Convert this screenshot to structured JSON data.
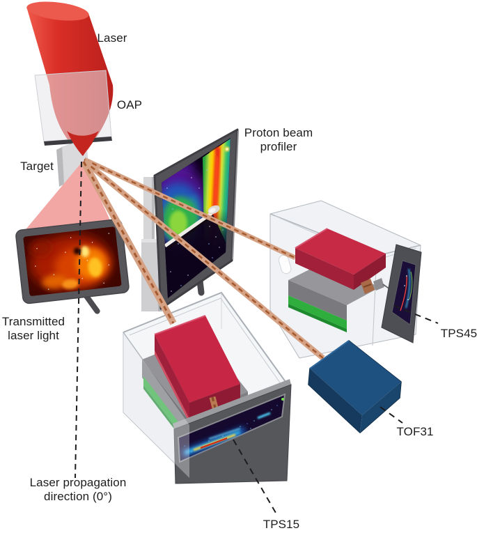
{
  "figure": {
    "type": "experimental-setup-diagram",
    "labels": {
      "laser": "Laser",
      "oap": "OAP",
      "target": "Target",
      "profiler_line1": "Proton beam",
      "profiler_line2": "profiler",
      "transmitted_line1": "Transmitted",
      "transmitted_line2": "laser light",
      "propagation_line1": "Laser propagation",
      "propagation_line2": "direction (0°)",
      "tps45": "TPS45",
      "tof31": "TOF31",
      "tps15": "TPS15"
    },
    "components": [
      {
        "name": "laser-beam",
        "label": "Laser",
        "color": "#d32b26"
      },
      {
        "name": "oap-mirror",
        "label": "OAP",
        "color": "#e4e4e7"
      },
      {
        "name": "target-foil",
        "label": "Target",
        "color": "#dadadd"
      },
      {
        "name": "transmitted-laser-cone",
        "label": "Transmitted laser light",
        "color": "#f3a7a5"
      },
      {
        "name": "transmitted-light-screen",
        "color": "#57575b"
      },
      {
        "name": "proton-beam-profiler-screen",
        "label": "Proton beam profiler",
        "color": "#525257"
      },
      {
        "name": "thomson-parabola-spectrometer-15deg",
        "label": "TPS15",
        "magnet_color": "#c62a45",
        "platform_green": "#2fae3e"
      },
      {
        "name": "thomson-parabola-spectrometer-45deg",
        "label": "TPS45",
        "magnet_color": "#c62a45",
        "platform_green": "#2fae3e"
      },
      {
        "name": "time-of-flight-detector-31deg",
        "label": "TOF31",
        "color": "#1f5180"
      }
    ],
    "colors": {
      "laser_red": "#d32b26",
      "transmitted_cone_pink": "#f3a7a5",
      "proton_beam_tan": "#d5a285",
      "proton_beam_dash": "#a55a30",
      "magnet_red": "#c62a45",
      "platform_green": "#2fae3e",
      "tof31_blue": "#1f5180",
      "glass_gray": "#e4e8ec",
      "frame_gray": "#55565b",
      "label_text": "#1d1d1f",
      "annotation_dash": "#1c1c1e"
    }
  }
}
